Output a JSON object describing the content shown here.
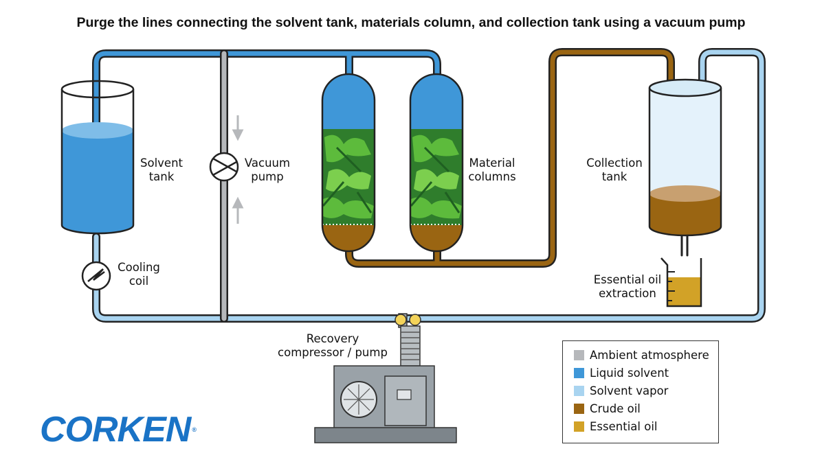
{
  "title": "Purge the lines connecting the solvent tank, materials column, and collection tank using a vacuum pump",
  "labels": {
    "solvent_tank": [
      "Solvent",
      "tank"
    ],
    "vacuum_pump": [
      "Vacuum",
      "pump"
    ],
    "material_columns": [
      "Material",
      "columns"
    ],
    "collection_tank": [
      "Collection",
      "tank"
    ],
    "cooling_coil": [
      "Cooling",
      "coil"
    ],
    "essential_oil_extraction": [
      "Essential oil",
      "extraction"
    ],
    "recovery_compressor": [
      "Recovery",
      "compressor / pump"
    ]
  },
  "legend": [
    {
      "label": "Ambient atmosphere",
      "color": "#b6b8bb"
    },
    {
      "label": "Liquid solvent",
      "color": "#3f97d8"
    },
    {
      "label": "Solvent vapor",
      "color": "#a9d4f0"
    },
    {
      "label": "Crude oil",
      "color": "#9a6512"
    },
    {
      "label": "Essential oil",
      "color": "#d2a227"
    }
  ],
  "brand": {
    "name": "CORKEN",
    "mark": "®",
    "color": "#1a73c6"
  },
  "colors": {
    "liquid_solvent": "#3f97d8",
    "solvent_vapor": "#a9d4f0",
    "ambient": "#b6b8bb",
    "crude_oil": "#9a6512",
    "essential_oil": "#d2a227",
    "leaf_dark": "#2a8a2e",
    "leaf_light": "#5dbb3c"
  }
}
